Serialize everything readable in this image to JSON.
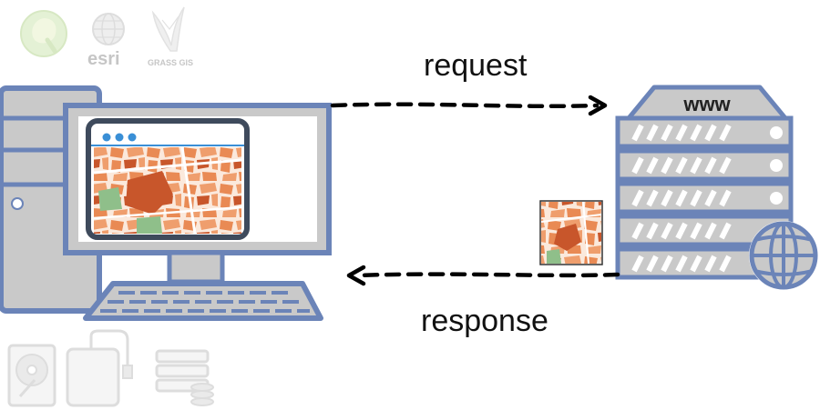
{
  "diagram": {
    "request_label": "request",
    "response_label": "response",
    "server_label": "www",
    "logos": {
      "esri_text": "esri",
      "grass_text": "GRASS GIS"
    },
    "colors": {
      "outline": "#6b84b8",
      "panel_gray": "#c9c9c9",
      "map_orange": "#e98a54",
      "map_dark_orange": "#c8562b",
      "map_green": "#8fbf8a",
      "browser_dots": "#3a8fd6",
      "arrow": "#000000",
      "faded_icons": "#d6d6d6"
    },
    "icons": [
      "qgis-logo-icon",
      "esri-globe-icon",
      "grass-gis-logo-icon",
      "desktop-computer-icon",
      "browser-window-icon",
      "web-server-rack-icon",
      "globe-icon",
      "map-tile-icon",
      "hard-drive-icon",
      "external-drive-icon",
      "database-stack-icon"
    ]
  }
}
